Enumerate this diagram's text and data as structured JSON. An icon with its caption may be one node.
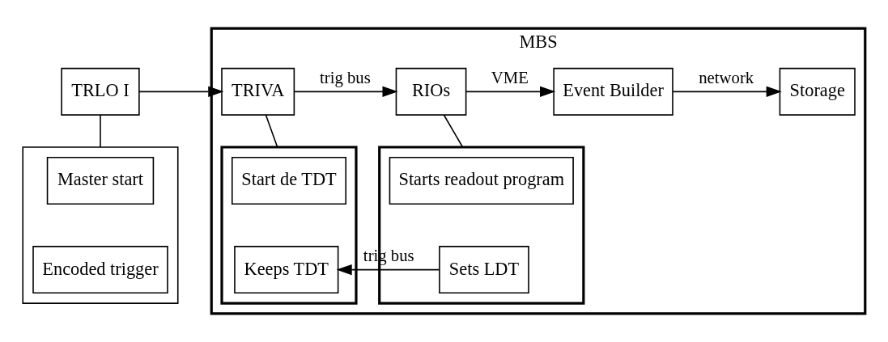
{
  "diagram": {
    "nodes": [
      {
        "text": [
          "MBS"
        ]
      },
      {
        "text": [
          "TRLO I"
        ]
      },
      {
        "text": [],
        "shape": "box"
      },
      {
        "text": [
          "Master start"
        ],
        "in": 2
      },
      {
        "text": [
          "Encoded trigger"
        ],
        "in": 2
      },
      {
        "text": [
          "TRIVA"
        ],
        "in": 0
      },
      {
        "text": [],
        "shape": "box",
        "in": 0
      },
      {
        "text": [
          "Start de TDT"
        ],
        "in": 6
      },
      {
        "text": [
          "Keeps TDT"
        ],
        "in": 6
      },
      {
        "text": [
          "RIOs"
        ],
        "in": 0
      },
      {
        "text": [],
        "shape": "box",
        "in": 0
      },
      {
        "text": [
          "Starts readout program"
        ],
        "in": 10
      },
      {
        "text": [
          "Sets LDT"
        ],
        "in": 10
      },
      {
        "text": [
          "Event Builder"
        ],
        "in": 0
      },
      {
        "text": [
          "Storage"
        ],
        "in": 0
      }
    ],
    "edges": [
      {
        "from": 1,
        "to": 5,
        "arrow": "to"
      },
      {
        "from": 5,
        "to": 9,
        "arrow": "to",
        "label": "trig bus"
      },
      {
        "from": 9,
        "to": 13,
        "arrow": "to",
        "label": "VME"
      },
      {
        "from": 13,
        "to": 14,
        "arrow": "to",
        "label": "network"
      },
      {
        "from": 12,
        "to": 8,
        "arrow": "to",
        "label": "trig bus"
      },
      {
        "from": 1,
        "to": 2,
        "arrow": "none"
      },
      {
        "from": 5,
        "to": 6,
        "arrow": "none"
      },
      {
        "from": 9,
        "to": 10,
        "arrow": "none"
      }
    ]
  }
}
